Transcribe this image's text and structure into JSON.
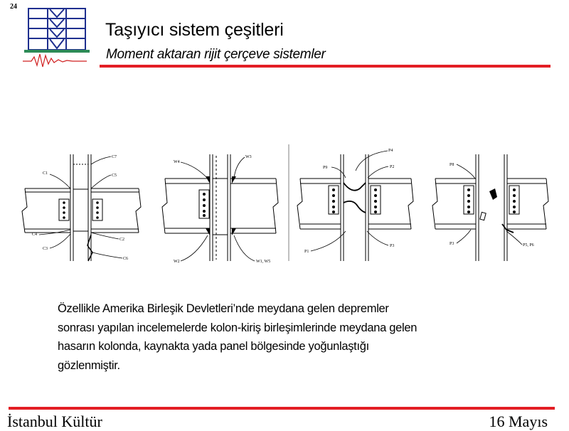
{
  "page_number": "24",
  "title": "Taşıyıcı sistem çeşitleri",
  "subtitle": "Moment aktaran rijit çerçeve sistemler",
  "figure": {
    "panel1_labels": [
      "C7",
      "C1",
      "C5",
      "C4",
      "C2",
      "C3",
      "C6"
    ],
    "panel2_labels": [
      "W4",
      "W3",
      "W2",
      "W1, W5"
    ],
    "panel3_labels": [
      "P4",
      "P9",
      "P2",
      "P1",
      "P3"
    ],
    "panel4_labels": [
      "P8",
      "P3",
      "P5, P6"
    ]
  },
  "paragraph_lines": [
    "Özellikle Amerika Birleşik Devletleri’nde meydana gelen depremler",
    "sonrası yapılan incelemelerde kolon-kiriş birleşimlerinde meydana gelen",
    "hasarın kolonda, kaynakta yada panel bölgesinde yoğunlaştığı",
    "gözlenmiştir."
  ],
  "footer": {
    "left": "İstanbul Kültür",
    "right": "16 Mayıs"
  },
  "colors": {
    "rule_red": "#e31e24",
    "logo_blue": "#1f2f8f",
    "logo_ground_green": "#2e8b57",
    "logo_wave_red": "#d02020"
  }
}
